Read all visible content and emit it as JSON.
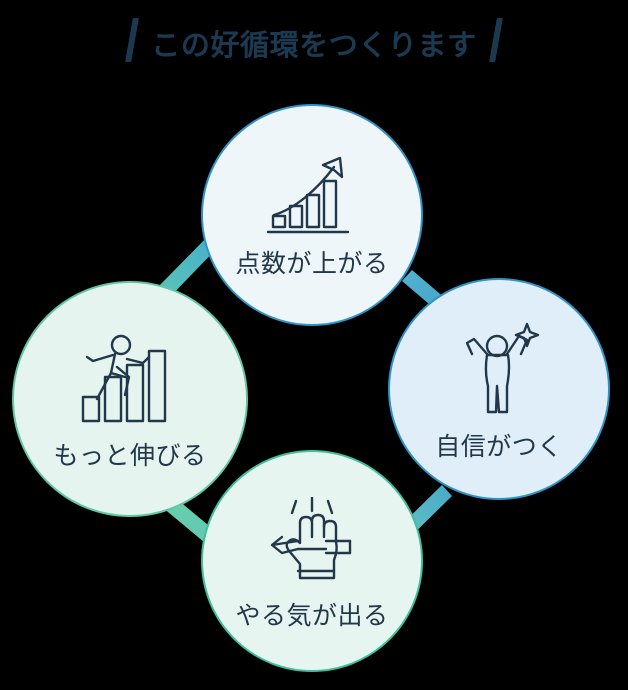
{
  "title": {
    "text": "この好循環をつくります",
    "color": "#1b3a52",
    "bar_color": "#1b3a52"
  },
  "cycle": {
    "nodes": [
      {
        "id": "score-up",
        "caption": "点数が上がる",
        "icon": "bar-chart-growth-arrow-icon",
        "fill": "#eef6fa",
        "border": "#2f93c4",
        "position": "top"
      },
      {
        "id": "confidence",
        "caption": "自信がつく",
        "icon": "person-cheering-sparkle-icon",
        "fill": "#dfeef8",
        "border": "#2f93c4",
        "position": "right"
      },
      {
        "id": "motivation",
        "caption": "やる気が出る",
        "icon": "hand-holding-pencil-icon",
        "fill": "#e7f5f0",
        "border": "#3fbf9c",
        "position": "bottom"
      },
      {
        "id": "grow-more",
        "caption": "もっと伸びる",
        "icon": "person-running-up-bars-icon",
        "fill": "#e5f4ef",
        "border": "#62c5a6",
        "position": "left"
      }
    ],
    "arrows": [
      {
        "id": "arrow-top-to-right",
        "from": "score-up",
        "to": "confidence",
        "color": "#3fa3cf"
      },
      {
        "id": "arrow-right-to-bottom",
        "from": "confidence",
        "to": "motivation",
        "color": "#5fc4bd"
      },
      {
        "id": "arrow-bottom-to-left",
        "from": "motivation",
        "to": "grow-more",
        "color": "#63c9ab"
      },
      {
        "id": "arrow-left-to-top",
        "from": "grow-more",
        "to": "score-up",
        "color": "#4fb8c4"
      }
    ]
  }
}
